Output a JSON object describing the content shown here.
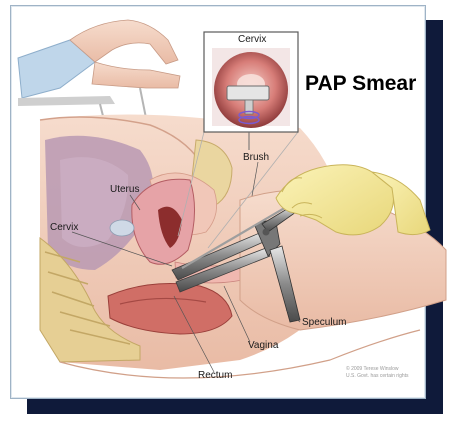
{
  "title": "PAP Smear",
  "inset": {
    "label": "Cervix"
  },
  "labels": {
    "brush": "Brush",
    "uterus": "Uterus",
    "cervix": "Cervix",
    "speculum": "Speculum",
    "vagina": "Vagina",
    "rectum": "Rectum"
  },
  "credit": {
    "line1": "© 2009 Terese Winslow",
    "line2": "U.S. Govt. has certain rights"
  }
}
